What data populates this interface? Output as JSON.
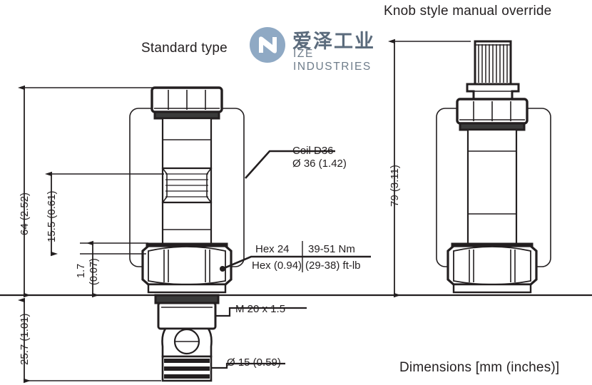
{
  "page": {
    "bg_color": "#ffffff",
    "ink_color": "#231f20"
  },
  "headings": {
    "standard_type": "Standard type",
    "knob_style": "Knob style manual override"
  },
  "logo": {
    "name": "ize-industries-logo",
    "mark_color": "#8fa9c4",
    "chinese_name": "爱泽工业",
    "english_name": "IZE INDUSTRIES"
  },
  "footer": {
    "units_note": "Dimensions [mm (inches)]"
  },
  "callouts": {
    "coil_line1": "Coil D36",
    "coil_line2": "Ø 36 (1.42)",
    "hex_top": "Hex 24",
    "hex_bottom": "Hex (0.94)",
    "torque_top": "39-51 Nm",
    "torque_bottom": "(29-38) ft-lb",
    "thread": "M 20 x 1.5",
    "port_dia": "Ø 15 (0.59)"
  },
  "dimensions": {
    "overall_left": "64 (2.52)",
    "coil_height": "15.5 (0.61)",
    "small_gap_value": "1.7",
    "small_gap_inch": "(0.07)",
    "stem_below": "25.7 (1.01)",
    "overall_right": "79 (3.11)"
  }
}
